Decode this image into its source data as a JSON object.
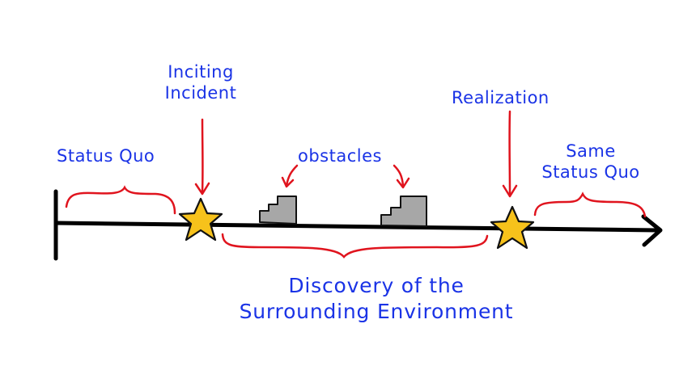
{
  "labels": {
    "inciting_line1": "Inciting",
    "inciting_line2": "Incident",
    "status_quo": "Status Quo",
    "obstacles": "obstacles",
    "realization": "Realization",
    "same_line1": "Same",
    "same_line2": "Status Quo",
    "discovery_line1": "Discovery of the",
    "discovery_line2": "Surrounding Environment"
  },
  "colors": {
    "text": "#1a33e6",
    "line": "#000000",
    "bracket": "#e0141e",
    "arrow": "#e0141e",
    "star_fill": "#f7c21b",
    "star_stroke": "#111111",
    "stairs_fill": "#a7a7a7"
  },
  "icons": [
    "star-icon",
    "stairs-icon",
    "arrow-icon"
  ]
}
